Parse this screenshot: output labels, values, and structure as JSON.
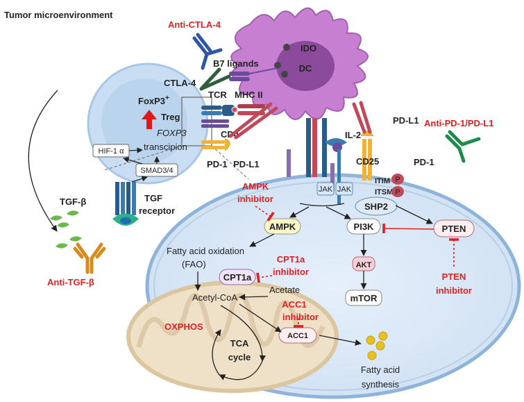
{
  "title": "Tumor microenvironment",
  "drugs": {
    "anti_ctla4": "Anti-CTLA-4",
    "anti_pd1_pdl1": "Anti-PD-1/PD-L1",
    "anti_tgfb": "Anti-TGF-β",
    "ampk_inhibitor": [
      "AMPK",
      "inhibitor"
    ],
    "cpt1a_inhibitor": [
      "CPT1a",
      "inhibitor"
    ],
    "acc1_inhibitor": [
      "ACC1",
      "inhibitor"
    ],
    "pten_inhibitor": [
      "PTEN",
      "inhibitor"
    ]
  },
  "dc": {
    "label": "DC",
    "ido": "IDO",
    "b7": "B7 ligands",
    "mhc": "MHC II",
    "pdl1": "PD-L1"
  },
  "treg": {
    "foxp3": "FoxP3",
    "plus": "+",
    "treg": "Treg",
    "foxp3_gene": "FOXP3",
    "transcription": "transcipion",
    "hif": "HIF-1 α",
    "smad": "SMAD3/4",
    "tgf_receptor": [
      "TGF",
      "receptor"
    ],
    "tgfb": "TGF-β"
  },
  "receptors": {
    "ctla4": "CTLA-4",
    "tcr": "TCR",
    "cd4": "CD4",
    "pd1": "PD-1",
    "pdl1": "PD-L1",
    "il2": "IL-2",
    "cd25": "CD25",
    "jak": "JAK",
    "itim": "ITIM",
    "itsm": "ITSM",
    "p": "P",
    "pd1_right": "PD-1"
  },
  "pathway": {
    "shp2": "SHP2",
    "ampk": "AMPK",
    "pi3k": "PI3K",
    "pten": "PTEN",
    "akt": "AKT",
    "mtor": "mTOR",
    "fao": [
      "Fatty acid oxidation",
      "(FAO)"
    ],
    "cpt1a": "CPT1a",
    "acetyl_coa": "Acetyl-CoA",
    "acetate": "Acetate",
    "acc1": "ACC1",
    "oxphos": "OXPHOS",
    "tca": [
      "TCA",
      "cycle"
    ],
    "fas": [
      "Fatty acid",
      "synthesis"
    ]
  }
}
